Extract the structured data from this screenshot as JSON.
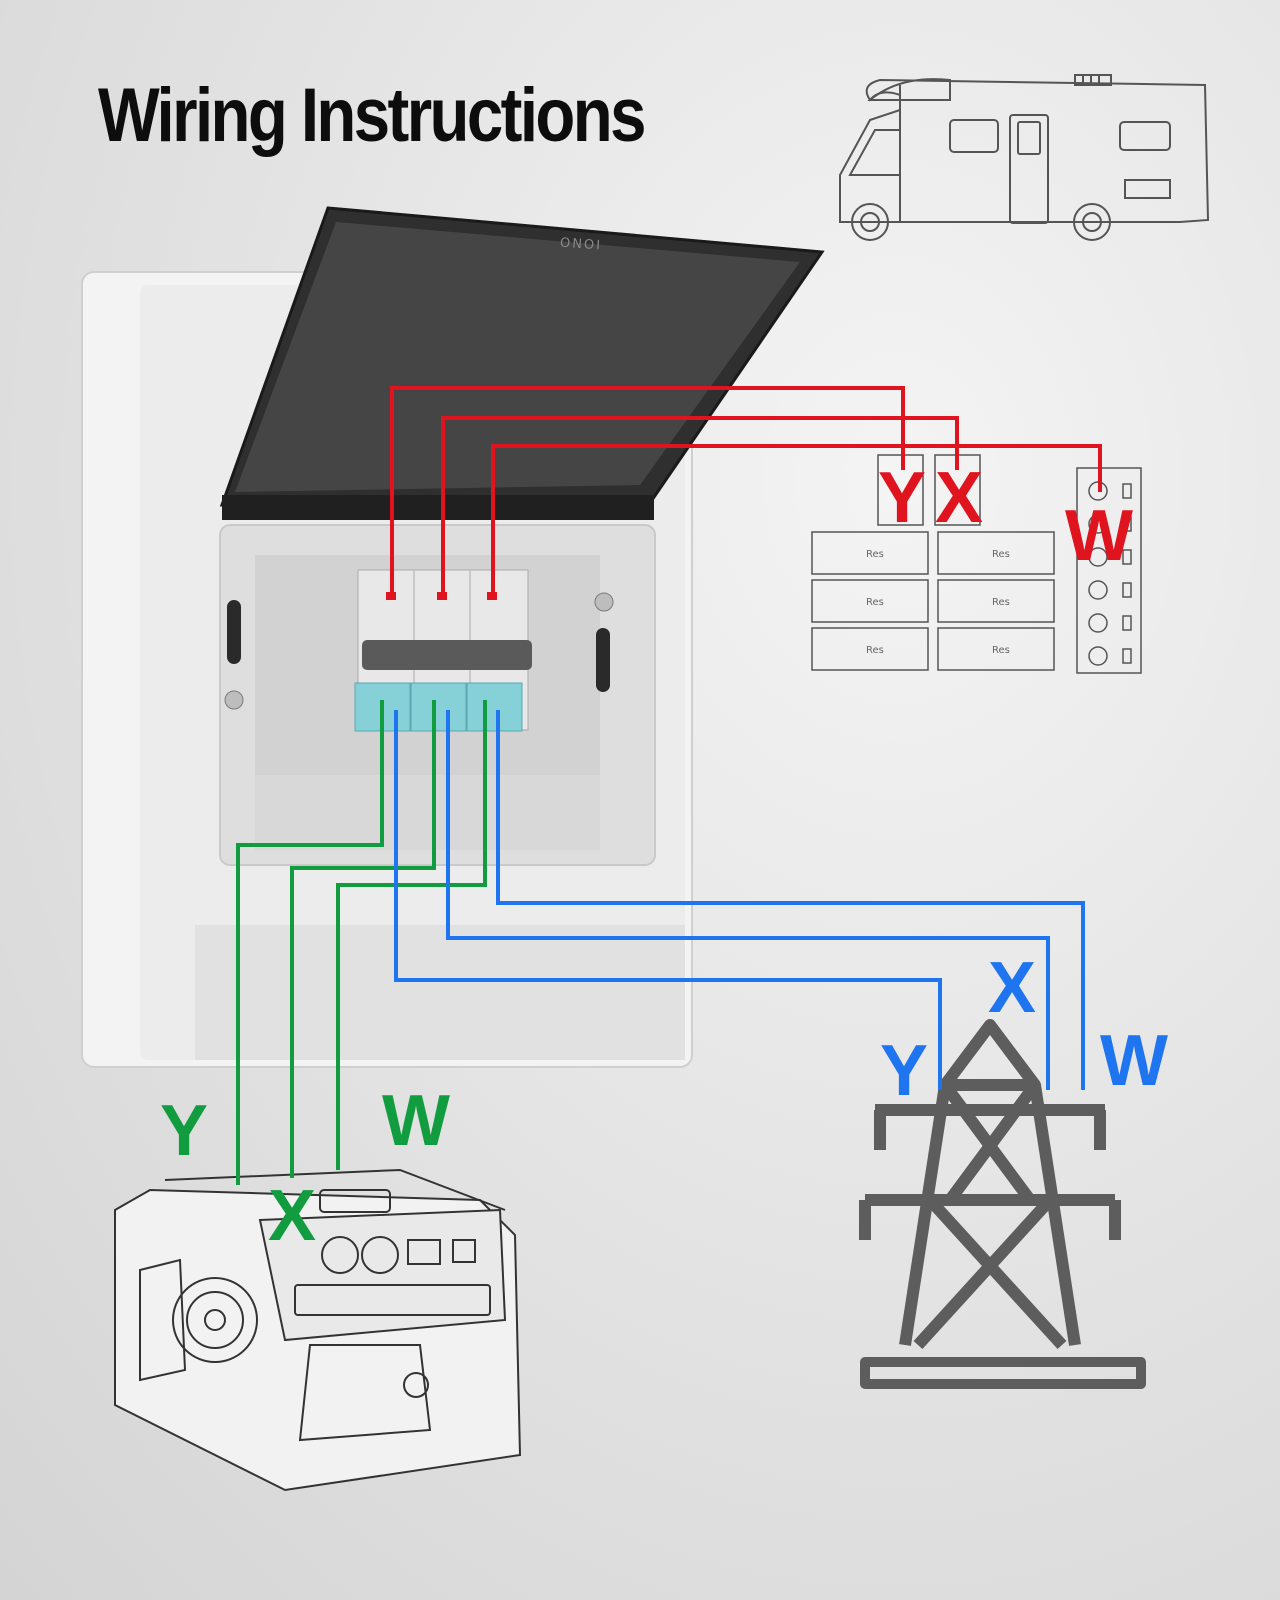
{
  "title": "Wiring Instructions",
  "colors": {
    "line": "#e0141e",
    "generator": "#119d3f",
    "grid": "#1f74f0",
    "tower": "#5d5d5d",
    "outline": "#444444"
  },
  "panel": {
    "brand": "ONOI"
  },
  "line_side": {
    "labels": [
      "Y",
      "X",
      "W"
    ]
  },
  "generator_side": {
    "labels": [
      "Y",
      "X",
      "W"
    ]
  },
  "grid_side": {
    "labels": [
      "Y",
      "X",
      "W"
    ]
  },
  "fuse_label": "Res",
  "icons": [
    "rv-icon",
    "transfer-switch-panel",
    "terminal-block-icon",
    "generator-icon",
    "power-tower-icon"
  ]
}
